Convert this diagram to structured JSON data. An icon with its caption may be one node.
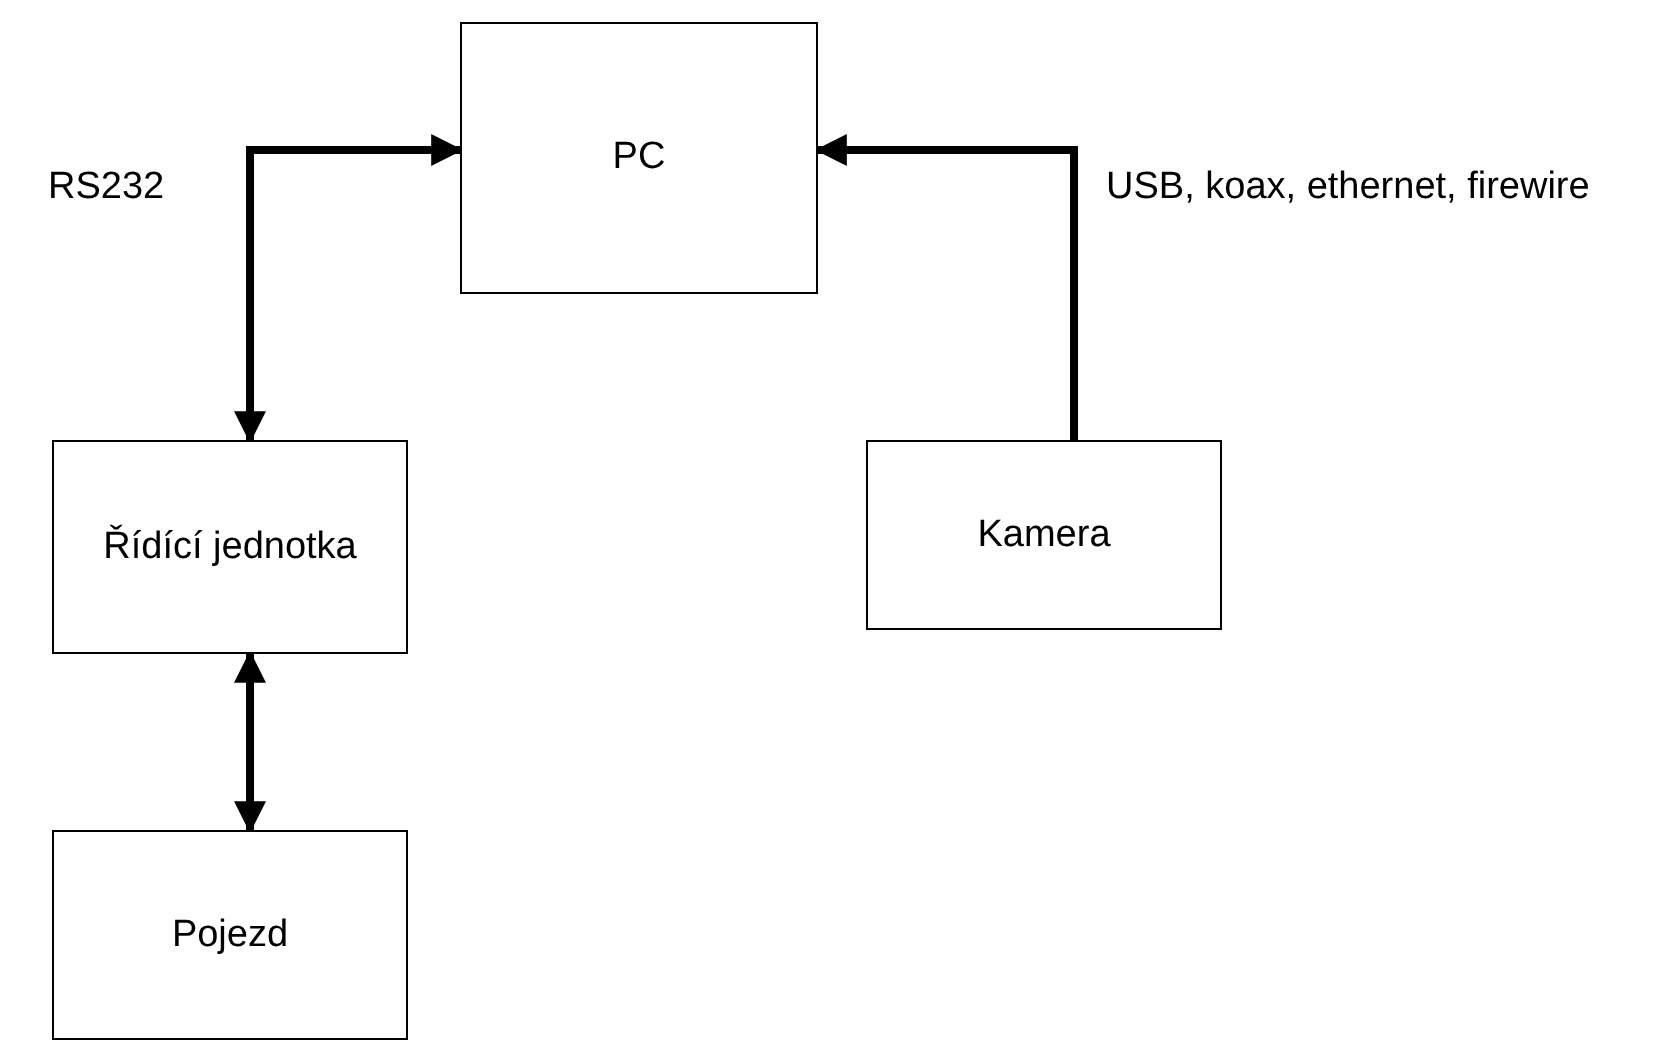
{
  "diagram": {
    "nodes": [
      {
        "text": [
          "PC"
        ]
      },
      {
        "text": [
          "Řídící jednotka"
        ]
      },
      {
        "text": [
          "Kamera"
        ]
      },
      {
        "text": [
          "Pojezd"
        ]
      }
    ],
    "edges": [
      {
        "from": 1,
        "to": 0,
        "arrow": "both",
        "label": "RS232"
      },
      {
        "from": 2,
        "to": 0,
        "arrow": "to",
        "label": "USB, koax, ethernet, firewire"
      },
      {
        "from": 1,
        "to": 3,
        "arrow": "both"
      }
    ]
  }
}
